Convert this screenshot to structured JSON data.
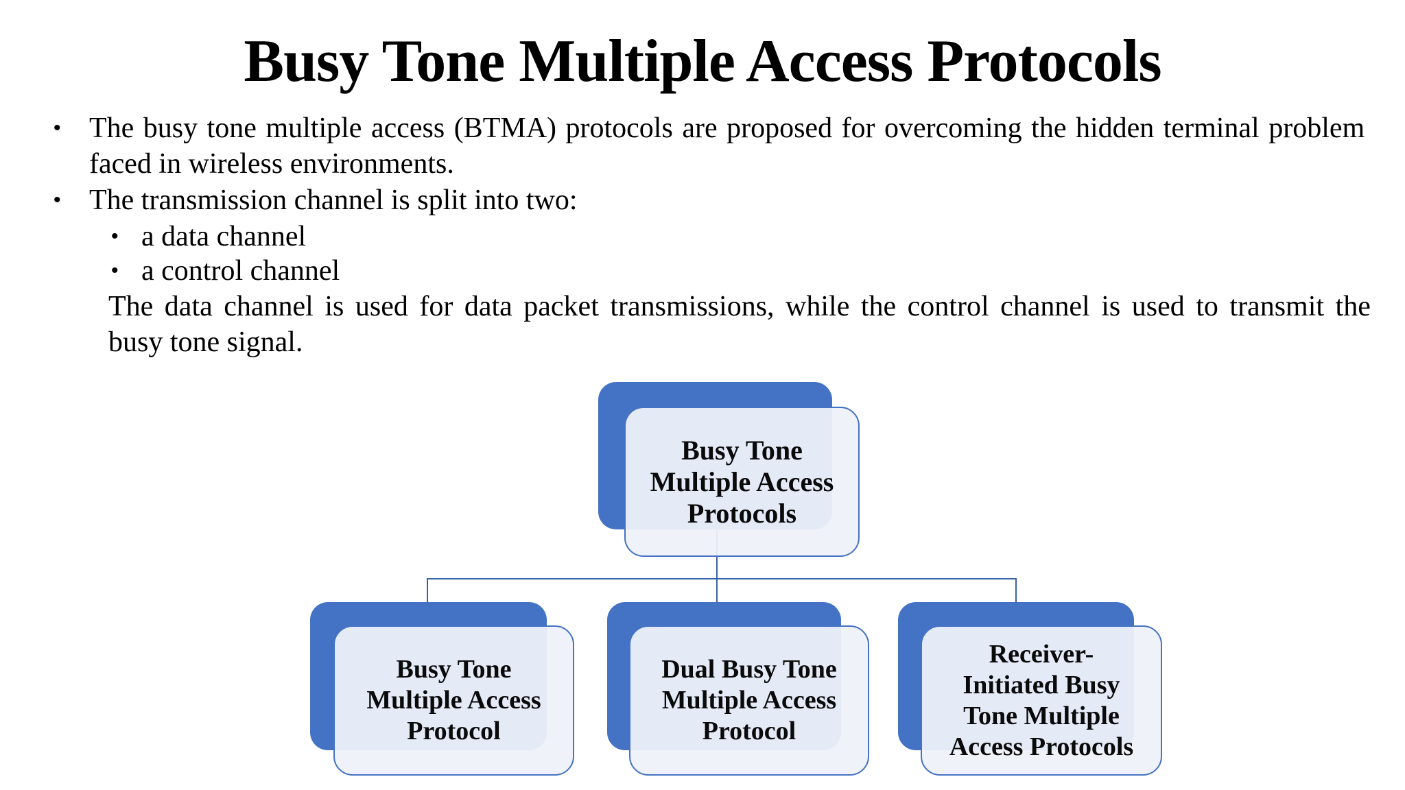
{
  "slide": {
    "title": "Busy Tone Multiple Access Protocols",
    "bullet_marker": "•",
    "bullets": {
      "b1_line1": "The busy tone multiple access (BTMA) protocols are proposed for overcoming the hidden terminal problem",
      "b1_line2": "faced in wireless environments.",
      "b2_line1": "The transmission channel is split into two:",
      "sub1": "a data channel",
      "sub2": "a control channel",
      "para_line1": "The data channel is used for data packet transmissions, while the control channel is used to transmit the",
      "para_line2": "busy tone signal."
    }
  },
  "diagram": {
    "root": {
      "label": "Busy Tone Multiple Access Protocols",
      "lines": [
        "Busy Tone",
        "Multiple Access",
        "Protocols"
      ]
    },
    "children": [
      {
        "label": "Busy Tone Multiple Access Protocol",
        "lines": [
          "Busy Tone",
          "Multiple Access",
          "Protocol"
        ]
      },
      {
        "label": "Dual Busy Tone Multiple Access Protocol",
        "lines": [
          "Dual Busy Tone",
          "Multiple Access",
          "Protocol"
        ]
      },
      {
        "label": "Receiver-Initiated Busy Tone Multiple Access Protocols",
        "lines": [
          "Receiver-",
          "Initiated Busy",
          "Tone Multiple",
          "Access Protocols"
        ]
      }
    ],
    "colors": {
      "accent": "#4472C4",
      "panel": "rgba(238,241,249,0.94)",
      "connector": "#3A62A8",
      "text": "#000000"
    }
  }
}
